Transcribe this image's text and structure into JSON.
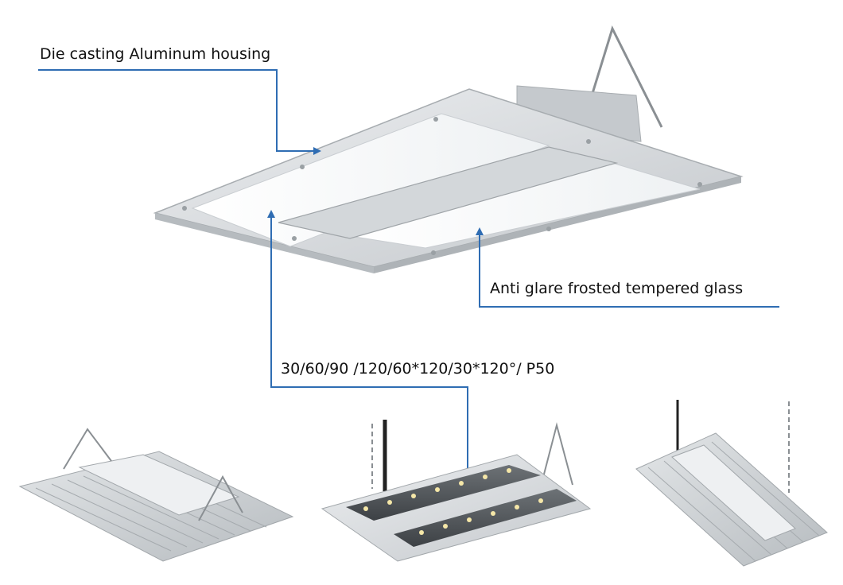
{
  "callouts": {
    "housing": "Die casting Aluminum housing",
    "glass": "Anti glare frosted tempered glass",
    "beam_angles": "30/60/90 /120/60*120/30*120°/ P50"
  },
  "colors": {
    "leader_line": "#2f6db3",
    "housing": "#d9dcdf",
    "glass": "#f7f8f9"
  }
}
